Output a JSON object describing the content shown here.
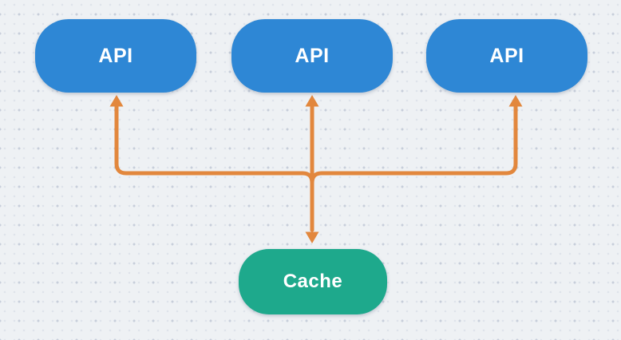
{
  "diagram": {
    "canvas": {
      "background": "#EEF1F4",
      "dot_light": "#DEE3EB",
      "dot_dark": "#C7CEDA"
    },
    "nodes": [
      {
        "id": "api-1",
        "label": "API",
        "fill": "#2E87D5",
        "text_color": "#FFFFFF"
      },
      {
        "id": "api-2",
        "label": "API",
        "fill": "#2E87D5",
        "text_color": "#FFFFFF"
      },
      {
        "id": "api-3",
        "label": "API",
        "fill": "#2E87D5",
        "text_color": "#FFFFFF"
      },
      {
        "id": "cache",
        "label": "Cache",
        "fill": "#1EA98C",
        "text_color": "#FFFFFF"
      }
    ],
    "connectors": {
      "color": "#E2873D",
      "edges": [
        {
          "from": "cache",
          "to": "api-1",
          "arrowheads": "at-api"
        },
        {
          "from": "cache",
          "to": "api-2",
          "arrowheads": "both-ends"
        },
        {
          "from": "cache",
          "to": "api-3",
          "arrowheads": "at-api"
        }
      ]
    }
  }
}
